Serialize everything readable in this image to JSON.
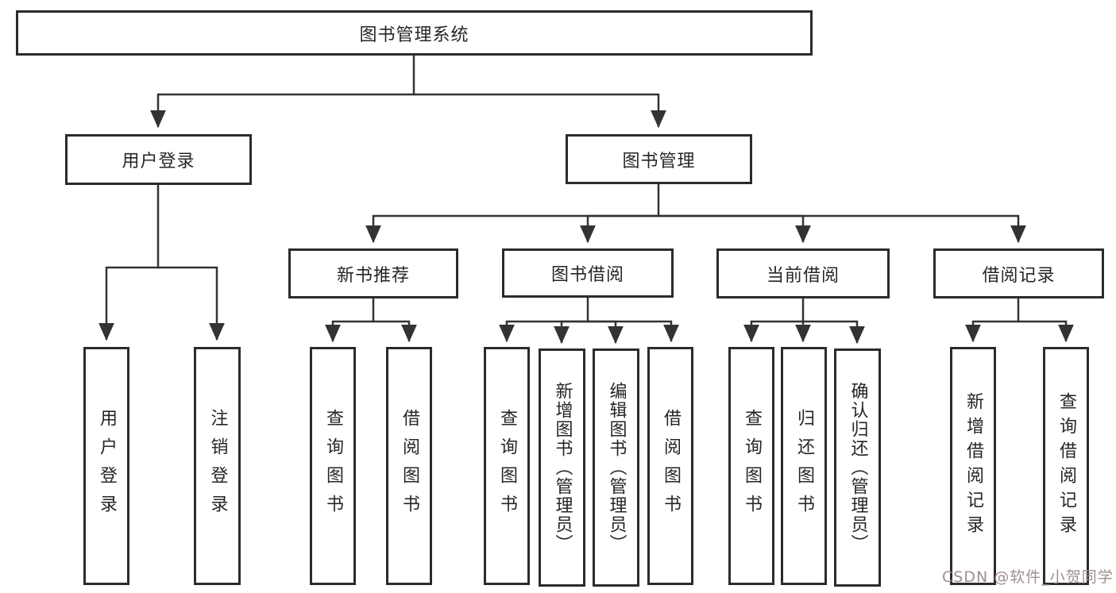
{
  "tree": {
    "label": "图书管理系统",
    "children": [
      {
        "label": "用户登录",
        "children": [
          {
            "label": "用户登录"
          },
          {
            "label": "注销登录"
          }
        ]
      },
      {
        "label": "图书管理",
        "children": [
          {
            "label": "新书推荐",
            "children": [
              {
                "label": "查询图书"
              },
              {
                "label": "借阅图书"
              }
            ]
          },
          {
            "label": "图书借阅",
            "children": [
              {
                "label": "查询图书"
              },
              {
                "label": "新增图书（管理员）"
              },
              {
                "label": "编辑图书（管理员）"
              },
              {
                "label": "借阅图书"
              }
            ]
          },
          {
            "label": "当前借阅",
            "children": [
              {
                "label": "查询图书"
              },
              {
                "label": "归还图书"
              },
              {
                "label": "确认归还（管理员）"
              }
            ]
          },
          {
            "label": "借阅记录",
            "children": [
              {
                "label": "新增借阅记录"
              },
              {
                "label": "查询借阅记录"
              }
            ]
          }
        ]
      }
    ]
  },
  "watermark": {
    "text": "CSDN @软件_小贺同学"
  },
  "colors": {
    "line": "#333333",
    "box_border": "#2b2b2b",
    "background": "#ffffff",
    "text": "#262626",
    "watermark": "#a18d8d"
  }
}
